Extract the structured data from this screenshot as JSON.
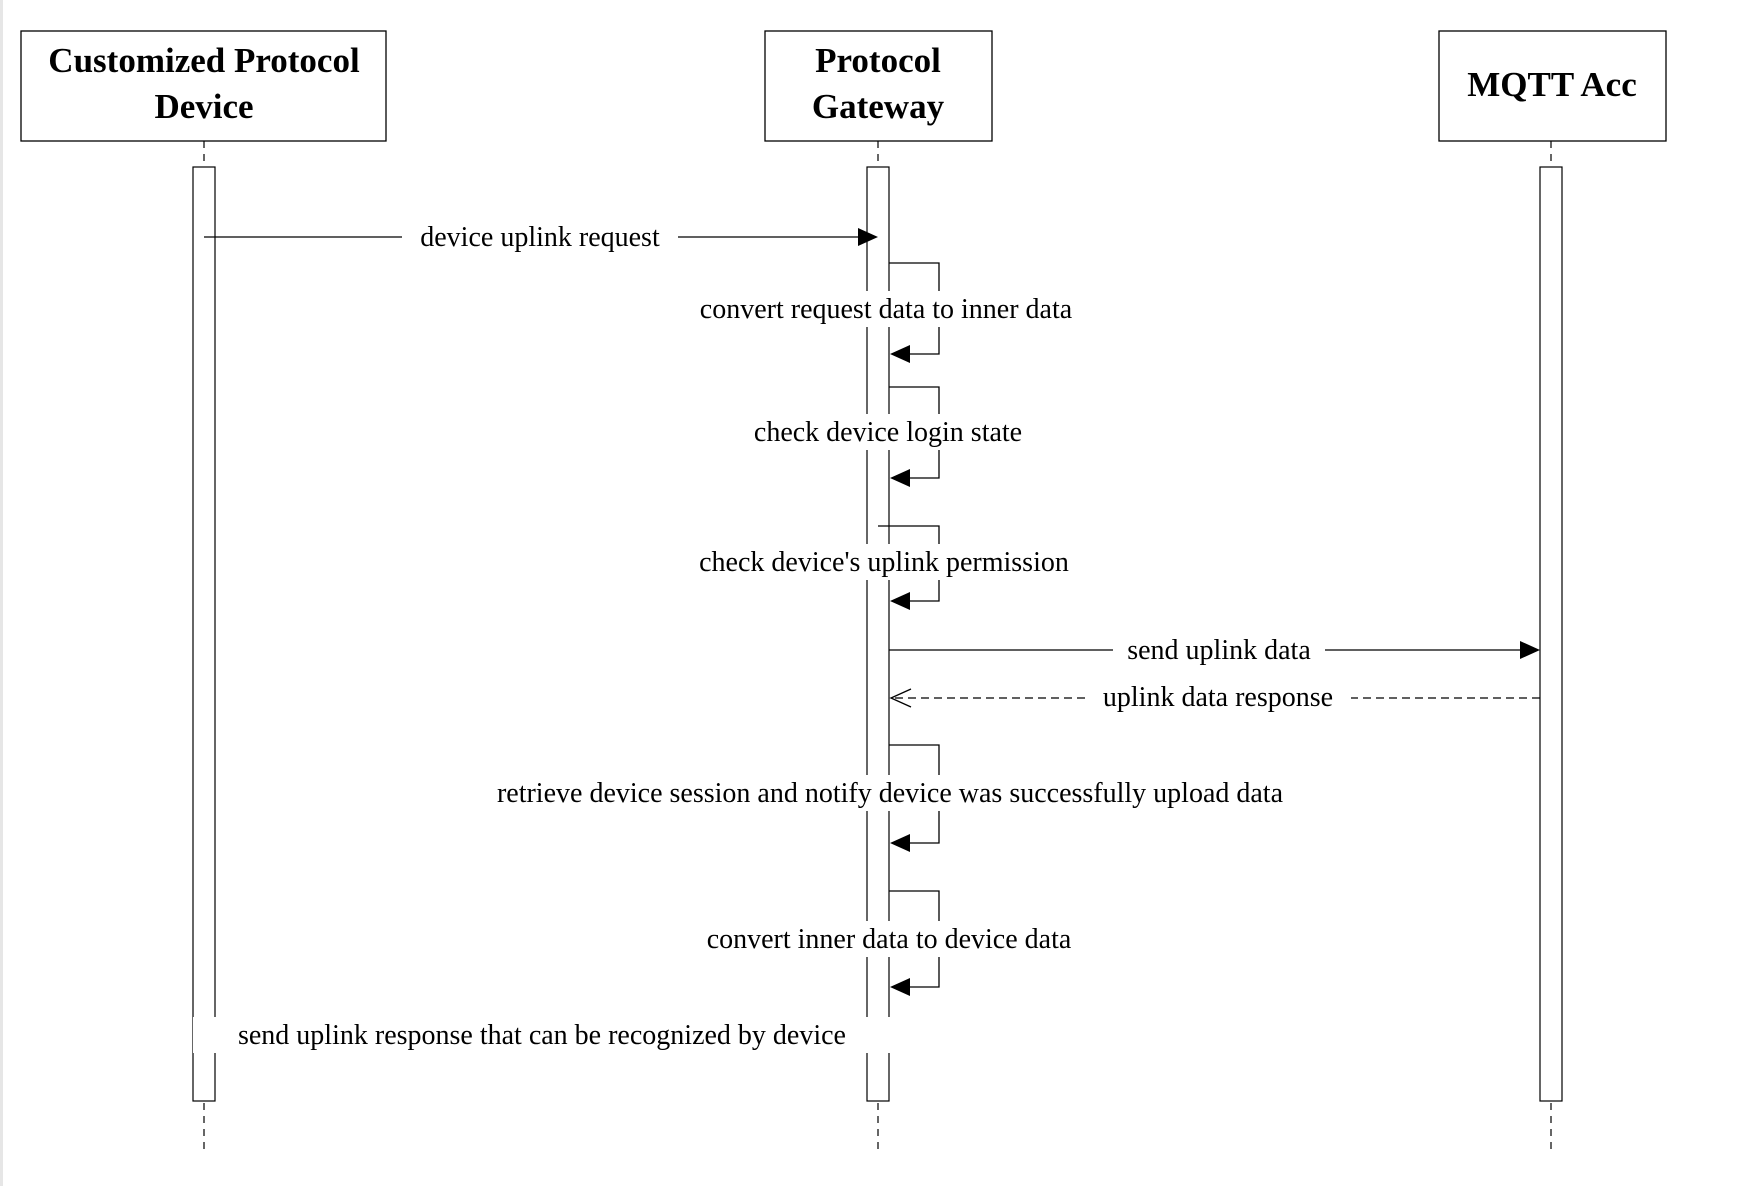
{
  "participants": [
    {
      "id": "device",
      "label_lines": [
        "Customized Protocol",
        "Device"
      ]
    },
    {
      "id": "gateway",
      "label_lines": [
        "Protocol",
        "Gateway"
      ]
    },
    {
      "id": "mqtt",
      "label_lines": [
        "MQTT Acc"
      ]
    }
  ],
  "messages": [
    {
      "id": "m1",
      "kind": "sync",
      "from": "device",
      "to": "gateway",
      "label": "device uplink request"
    },
    {
      "id": "m2",
      "kind": "self",
      "from": "gateway",
      "to": "gateway",
      "label": "convert request data to inner data"
    },
    {
      "id": "m3",
      "kind": "self",
      "from": "gateway",
      "to": "gateway",
      "label": "check device login state"
    },
    {
      "id": "m4",
      "kind": "self",
      "from": "gateway",
      "to": "gateway",
      "label": "check device's uplink permission"
    },
    {
      "id": "m5",
      "kind": "sync",
      "from": "gateway",
      "to": "mqtt",
      "label": "send uplink data"
    },
    {
      "id": "m6",
      "kind": "reply",
      "from": "mqtt",
      "to": "gateway",
      "label": "uplink data response"
    },
    {
      "id": "m7",
      "kind": "self",
      "from": "gateway",
      "to": "gateway",
      "label": "retrieve device session and notify device was successfully upload data"
    },
    {
      "id": "m8",
      "kind": "self",
      "from": "gateway",
      "to": "gateway",
      "label": "convert inner data to device data"
    },
    {
      "id": "m9",
      "kind": "note",
      "from": "gateway",
      "to": "device",
      "label": "send uplink response that can be recognized by device"
    }
  ]
}
